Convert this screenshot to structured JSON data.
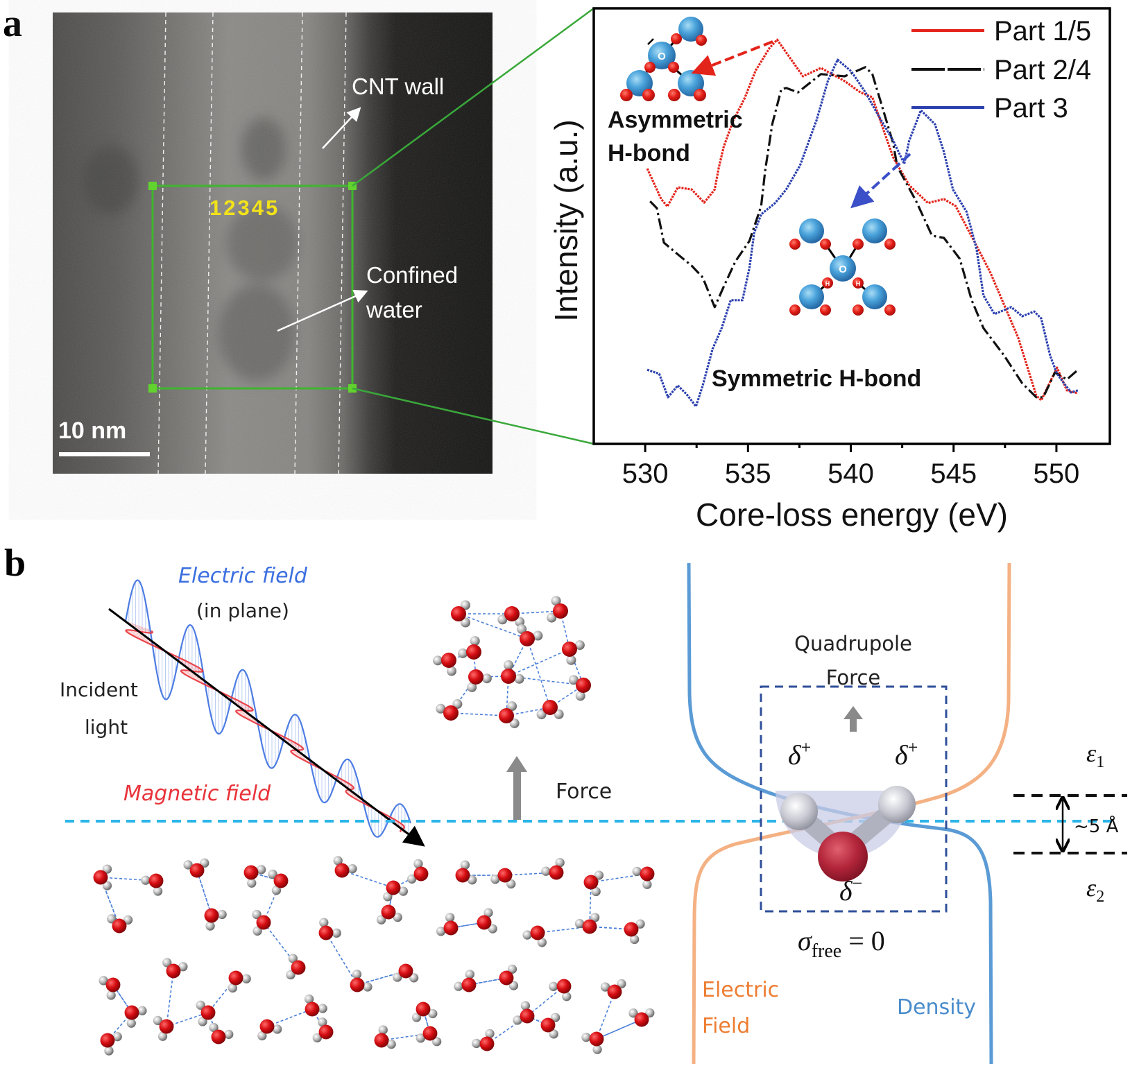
{
  "panels": {
    "a": {
      "label": "a",
      "micrograph": {
        "scale_bar_label": "10 nm",
        "region_numbers": "12345",
        "annotation_cnt_wall": "CNT wall",
        "annotation_confined_line1": "Confined",
        "annotation_confined_line2": "water",
        "box_color": "#3fb52e",
        "numbers_color": "#f2e21a"
      },
      "inset_labels": {
        "asymmetric_line1": "Asymmetric",
        "asymmetric_line2": "H-bond",
        "symmetric": "Symmetric H-bond",
        "atom_center": "O",
        "atom_h": "H"
      }
    },
    "b": {
      "label": "b",
      "electric_field": "Electric field",
      "in_plane": "(in plane)",
      "incident_line1": "Incident",
      "incident_line2": "light",
      "magnetic_field": "Magnetic field",
      "force": "Force",
      "quadrupole_line1": "Quadrupole",
      "quadrupole_line2": "Force",
      "delta_plus": "δ",
      "delta_plus_sup": "+",
      "delta_minus": "δ",
      "delta_minus_sup": "−",
      "sigma": "σ",
      "sigma_sub": "free",
      "sigma_eq": " = 0",
      "epsilon1": "ε",
      "epsilon1_sub": "1",
      "epsilon2": "ε",
      "epsilon2_sub": "2",
      "spacing": "~5 Å",
      "ef_curve_line1": "Electric",
      "ef_curve_line2": "Field",
      "density_curve": "Density",
      "colors": {
        "electric_wave": "#3b6fe0",
        "magnetic_wave": "#e8333a",
        "interface_line": "#2bb5e8",
        "density_curve": "#5b9bd5",
        "ef_curve": "#f4b183",
        "quadrupole_box": "#2f4f9a"
      }
    }
  },
  "chart_data": {
    "type": "line",
    "title": "",
    "xlabel": "Core-loss energy (eV)",
    "ylabel": "Intensity (a.u.)",
    "xlim": [
      527.5,
      552.6
    ],
    "ylim": [
      0,
      1
    ],
    "xticks": [
      530,
      535,
      540,
      545,
      550
    ],
    "xticks_minor": [
      532.5,
      537.5,
      542.5,
      547.5
    ],
    "yticks": [],
    "grid": false,
    "legend_position": "top-right",
    "series": [
      {
        "name": "Part 1/5",
        "color": "#e3241b",
        "x": [
          530.1,
          530.78,
          531.08,
          531.59,
          532.26,
          532.87,
          533.38,
          533.58,
          533.82,
          534.26,
          534.83,
          535.37,
          536.05,
          536.42,
          537.67,
          538.55,
          539.7,
          540.47,
          541.05,
          541.59,
          542.06,
          542.84,
          543.75,
          544.53,
          545.1,
          545.98,
          546.79,
          547.47,
          548.14,
          549.02,
          549.26,
          550.03,
          550.51,
          551.05
        ],
        "y": [
          0.632,
          0.562,
          0.545,
          0.589,
          0.584,
          0.554,
          0.584,
          0.634,
          0.682,
          0.74,
          0.793,
          0.857,
          0.909,
          0.928,
          0.844,
          0.863,
          0.833,
          0.807,
          0.796,
          0.721,
          0.658,
          0.594,
          0.553,
          0.562,
          0.546,
          0.467,
          0.393,
          0.318,
          0.244,
          0.111,
          0.1,
          0.175,
          0.123,
          0.116
        ]
      },
      {
        "name": "Part 2/4",
        "color": "#111111",
        "dash": true,
        "x": [
          530.24,
          530.57,
          530.91,
          531.59,
          532.26,
          532.8,
          533.38,
          533.82,
          534.39,
          535.07,
          535.64,
          535.84,
          536.18,
          536.62,
          536.86,
          537.43,
          538.55,
          539.7,
          540.71,
          541.05,
          541.49,
          542.06,
          542.26,
          543.18,
          543.95,
          544.53,
          545.3,
          545.88,
          546.45,
          547.47,
          548.34,
          549.02,
          549.36,
          549.93,
          550.51,
          551.05
        ],
        "y": [
          0.557,
          0.541,
          0.462,
          0.435,
          0.409,
          0.382,
          0.314,
          0.361,
          0.419,
          0.466,
          0.546,
          0.629,
          0.734,
          0.814,
          0.817,
          0.807,
          0.849,
          0.844,
          0.865,
          0.849,
          0.78,
          0.69,
          0.637,
          0.557,
          0.478,
          0.473,
          0.425,
          0.33,
          0.266,
          0.202,
          0.139,
          0.107,
          0.107,
          0.164,
          0.148,
          0.17
        ]
      },
      {
        "name": "Part 3",
        "color": "#2b3fae",
        "x": [
          530.1,
          530.68,
          531.11,
          531.59,
          532.03,
          532.47,
          532.8,
          533.28,
          533.72,
          534.16,
          534.73,
          535.07,
          535.3,
          535.64,
          536.32,
          536.86,
          537.53,
          538.34,
          538.89,
          539.36,
          540.03,
          540.71,
          541.39,
          542.06,
          542.6,
          542.84,
          543.41,
          544.09,
          544.53,
          544.97,
          545.64,
          546.12,
          546.45,
          546.99,
          547.8,
          548.34,
          548.92,
          549.26,
          549.7,
          550.03,
          550.37,
          550.71,
          551.05
        ],
        "y": [
          0.17,
          0.161,
          0.107,
          0.134,
          0.113,
          0.086,
          0.134,
          0.218,
          0.266,
          0.33,
          0.33,
          0.404,
          0.484,
          0.527,
          0.553,
          0.584,
          0.639,
          0.744,
          0.834,
          0.882,
          0.855,
          0.807,
          0.75,
          0.696,
          0.643,
          0.696,
          0.766,
          0.734,
          0.67,
          0.584,
          0.532,
          0.447,
          0.341,
          0.298,
          0.314,
          0.293,
          0.304,
          0.288,
          0.202,
          0.161,
          0.139,
          0.118,
          0.123
        ]
      }
    ]
  }
}
